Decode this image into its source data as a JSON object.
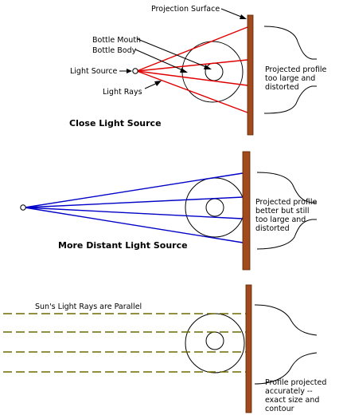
{
  "colors": {
    "red_rays": "#e00000",
    "blue_rays": "#0000c8",
    "sun_rays": "#6b6b00",
    "surface": "#a14a1e",
    "surface_edge": "#5a2400",
    "outline": "#000000"
  },
  "panel1": {
    "projection_surface": "Projection Surface",
    "bottle_mouth": "Bottle Mouth",
    "bottle_body": "Bottle Body",
    "light_source": "Light Source",
    "light_rays": "Light Rays",
    "caption": "Close Light Source",
    "profile_note": [
      "Projected profile",
      "too large and",
      "distorted"
    ]
  },
  "panel2": {
    "caption": "More Distant Light Source",
    "profile_note": [
      "Projected profile",
      "better but still",
      "too large and",
      "distorted"
    ]
  },
  "panel3": {
    "rays_label": "Sun's Light Rays are Parallel",
    "profile_note": [
      "Profile projected",
      "accurately --",
      "exact size and",
      "contour"
    ]
  }
}
